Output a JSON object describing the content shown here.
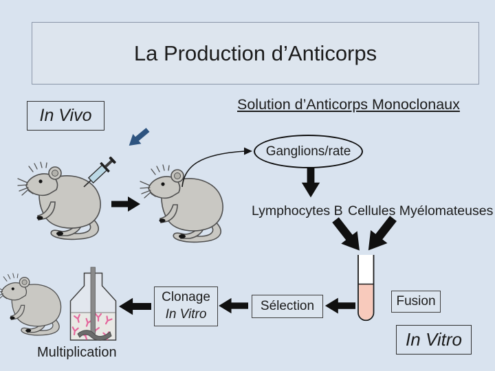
{
  "title": "La Production d’Anticorps",
  "heading": "Solution d’Anticorps Monoclonaux",
  "badges": {
    "in_vivo": "In Vivo",
    "in_vitro": "In Vitro"
  },
  "nodes": {
    "ganglions": "Ganglions/rate",
    "lymphocytes_b": "Lymphocytes B",
    "cellules_myelomateuses": "Cellules Myélomateuses",
    "fusion": "Fusion",
    "selection": "Sélection",
    "clonage_line1": "Clonage",
    "clonage_line2": "In Vitro",
    "multiplication": "Multiplication"
  },
  "icons": {
    "mouse": "mouse-illustration",
    "syringe": "syringe-icon",
    "test_tube": "test-tube-icon",
    "bioreactor": "stirred-flask-icon",
    "antibody": "antibody-y-icon"
  },
  "colors": {
    "background": "#d9e3ef",
    "title_box_bg": "#dde5ee",
    "text": "#1b1b1b",
    "arrow_black": "#101010",
    "arrow_blue": "#2e5480",
    "mouse_gray": "#c9c8c3",
    "syringe_blue": "#bcd9e6",
    "tube_liquid_pink": "#f8cabc",
    "antibody_pink": "#e4679c",
    "flask_liquid_gray": "#e9e9e5"
  }
}
